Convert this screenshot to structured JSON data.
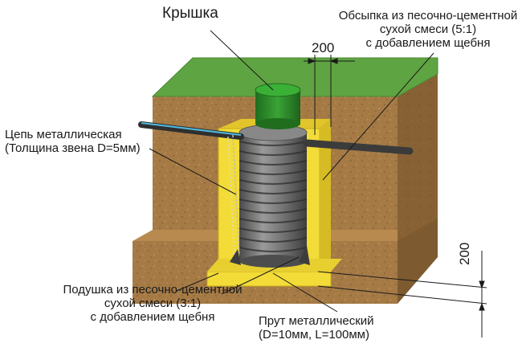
{
  "labels": {
    "lid": "Крышка",
    "backfill": "Обсыпка из песочно-цементной\nсухой смеси (5:1)\nс добавлением щебня",
    "chain": "Цепь металлическая\n(Толщина звена D=5мм)",
    "cushion": "Подушка из песочно-цементной\nсухой смеси (3:1)\nс добавлением щебня",
    "rod": "Прут металлический\n(D=10мм, L=100мм)"
  },
  "dimensions": {
    "top_width": "200",
    "cushion_height": "200"
  },
  "colors": {
    "grass": "#5fa442",
    "soil": "#a57a45",
    "soil_dark": "#7d5a30",
    "backfill": "#f3dc38",
    "lid": "#2f8a2b",
    "rings": "#6d6d6d",
    "pipe": "#3b3b3b",
    "pipe_water": "#4fb9e0"
  }
}
